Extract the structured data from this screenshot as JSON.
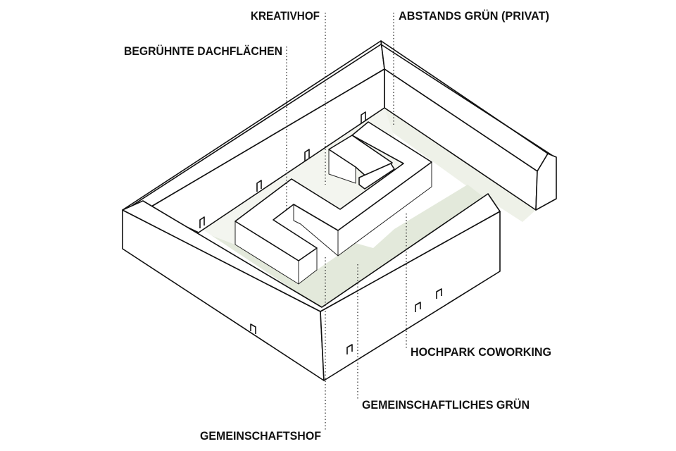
{
  "labels": {
    "kreativhof": "KREATIVHOF",
    "abstands_gruen": "ABSTANDS GRÜN (PRIVAT)",
    "begruehnte_dachflaechen": "BEGRÜHNTE DACHFLÄCHEN",
    "hochpark_coworking": "HOCHPARK COWORKING",
    "gemeinschaftliches_gruen": "GEMEINSCHAFTLICHES GRÜN",
    "gemeinschaftshof": "GEMEINSCHAFTSHOF"
  },
  "colors": {
    "green_light": "#eef1e8",
    "green_dark": "#e2e8da",
    "line": "#111111"
  }
}
